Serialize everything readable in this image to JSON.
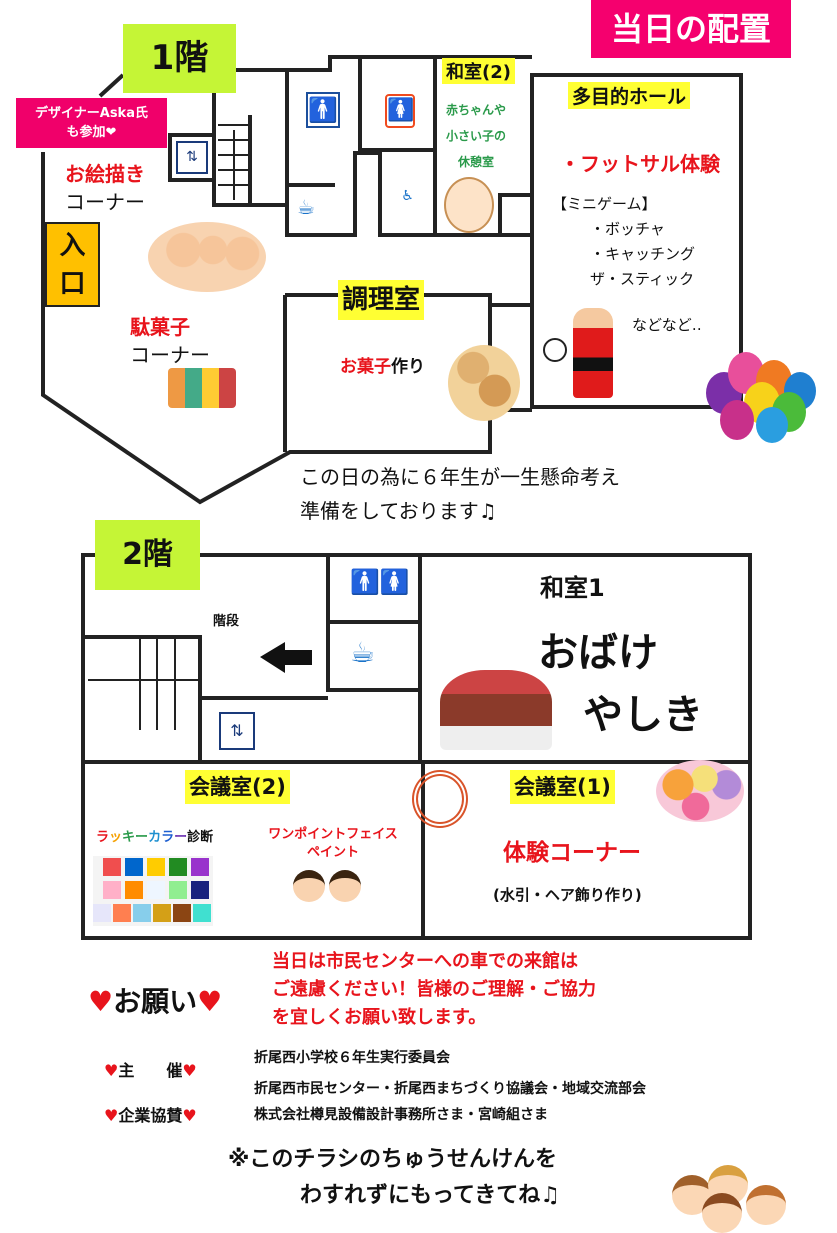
{
  "header": {
    "title": "当日の配置"
  },
  "floor1": {
    "label": "1階",
    "designer_note": [
      "デザイナーAska氏",
      "も参加❤"
    ],
    "entrance": [
      "入",
      "口"
    ],
    "drawing_corner": [
      "お絵描き",
      "コーナー"
    ],
    "dagashi_corner": [
      "駄菓子",
      "コーナー"
    ],
    "washitsu2": {
      "title": "和室(2)",
      "desc": [
        "赤ちゃんや",
        "小さい子の",
        "休憩室"
      ]
    },
    "hall": {
      "title": "多目的ホール",
      "main": "・フットサル体験",
      "sub": [
        "【ミニゲーム】",
        "・ボッチャ",
        "・キャッチング",
        "ザ・スティック"
      ],
      "etc": "などなど‥"
    },
    "cooking": {
      "title": "調理室",
      "activity_red": "お菓子",
      "activity_black": "作り"
    },
    "message": [
      "この日の為に６年生が一生懸命考え",
      "準備をしております♫"
    ]
  },
  "floor2": {
    "label": "2階",
    "stairs": "階段",
    "washitsu1": {
      "title": "和室1",
      "line1": "おばけ",
      "line2": "やしき"
    },
    "meeting2": {
      "title": "会議室(2)",
      "lucky_color": [
        "ラ",
        "ッ",
        "キ",
        "ー",
        "カ",
        "ラ",
        "ー",
        "診断"
      ],
      "face_paint": [
        "ワンポイントフェイス",
        "ペイント"
      ]
    },
    "meeting1": {
      "title": "会議室(1)",
      "main": "体験コーナー",
      "sub": "(水引・ヘア飾り作り)"
    }
  },
  "footer": {
    "request_label": "お願い",
    "request_text": [
      "当日は市民センターへの車での来館は",
      "ご遠慮ください！皆様のご理解・ご協力",
      "を宜しくお願い致します。"
    ],
    "host_label": "主　　催",
    "host": [
      "折尾西小学校６年生実行委員会",
      "折尾西市民センター・折尾西まちづくり協議会・地域交流部会"
    ],
    "sponsor_label": "企業協賛",
    "sponsor": "株式会社樽見設備設計事務所さま・宮崎組さま",
    "note": [
      "※このチラシのちゅうせんけんを",
      "わすれずにもってきてね♫"
    ]
  },
  "colors": {
    "pink": "#f5006e",
    "green_label": "#c5f536",
    "yellow": "#ffff33",
    "orange": "#ffc000",
    "red": "#e8141c",
    "text_green": "#2a9a4a"
  },
  "palette": [
    "#f04e4e",
    "#0066cc",
    "#ffcc00",
    "#228b22",
    "#9933cc",
    "#ffb0c8",
    "#ff8c00",
    "#eef6ff",
    "#90ee90",
    "#1a237e",
    "#e6e6fa",
    "#ff7f50",
    "#87ceeb",
    "#d4a017",
    "#8b4513",
    "#40e0d0"
  ]
}
